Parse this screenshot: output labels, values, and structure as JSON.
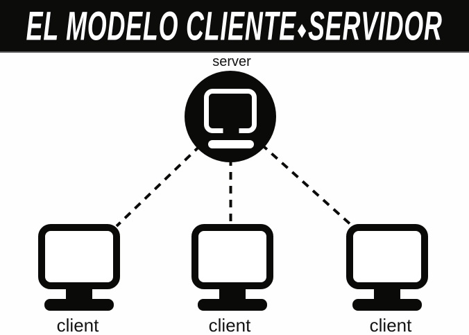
{
  "title": {
    "left": "EL MODELO CLIENTE",
    "separator": "◆",
    "right": "SERVIDOR"
  },
  "diagram": {
    "server": {
      "label": "server",
      "icon": "desktop-monitor-icon",
      "shape": "filled-circle"
    },
    "clients": [
      {
        "label": "client",
        "icon": "desktop-monitor-icon"
      },
      {
        "label": "client",
        "icon": "desktop-monitor-icon"
      },
      {
        "label": "client",
        "icon": "desktop-monitor-icon"
      }
    ],
    "connections": [
      {
        "from": "server",
        "to": "client-1",
        "style": "dashed"
      },
      {
        "from": "server",
        "to": "client-2",
        "style": "dashed"
      },
      {
        "from": "server",
        "to": "client-3",
        "style": "dashed"
      }
    ]
  },
  "colors": {
    "banner_background": "#0c0c0a",
    "banner_text": "#ffffff",
    "banner_divider": "#5a5a5a",
    "ink": "#0a0a08",
    "screen_white": "#ffffff",
    "label_text": "#121212",
    "background": "#fefefe"
  }
}
